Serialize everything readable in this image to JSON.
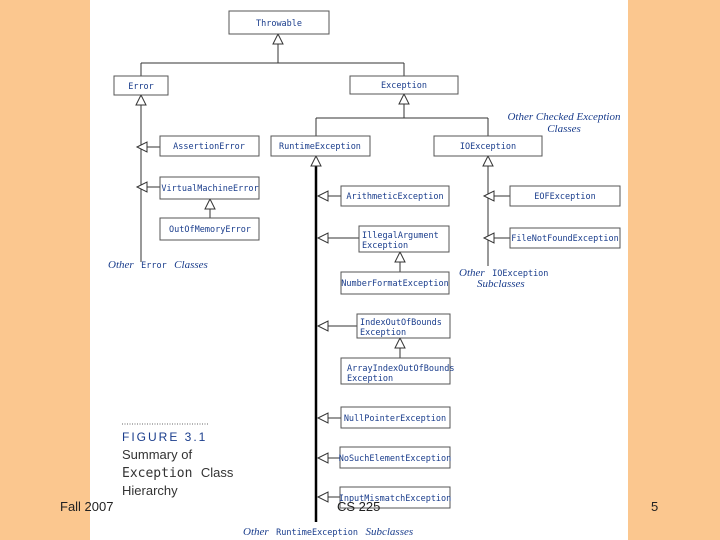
{
  "classes": {
    "throwable": "Throwable",
    "error": "Error",
    "exception": "Exception",
    "assertion_error": "AssertionError",
    "runtime_exception": "RuntimeException",
    "io_exception": "IOException",
    "virtual_machine_error": "VirtualMachineError",
    "out_of_memory_error": "OutOfMemoryError",
    "arithmetic_exception": "ArithmeticException",
    "eof_exception": "EOFException",
    "illegal_argument_l1": "IllegalArgument",
    "illegal_argument_l2": "Exception",
    "file_not_found_exception": "FileNotFoundException",
    "number_format_exception": "NumberFormatException",
    "index_out_of_bounds_l1": "IndexOutOfBounds",
    "index_out_of_bounds_l2": "Exception",
    "array_index_l1": "ArrayIndexOutOfBounds",
    "array_index_l2": "Exception",
    "null_pointer_exception": "NullPointerException",
    "no_such_element_exception": "NoSuchElementException",
    "input_mismatch_exception": "InputMismatchException"
  },
  "notes": {
    "other_checked_l1": "Other Checked Exception",
    "other_checked_l2": "Classes",
    "other_error_pre": "Other",
    "other_error_mono": "Error",
    "other_error_post": "Classes",
    "other_io_pre": "Other",
    "other_io_mono": "IOException",
    "other_io_l2": "Subclasses",
    "other_runtime_pre": "Other",
    "other_runtime_mono": "RuntimeException",
    "other_runtime_post": "Subclasses"
  },
  "figure": {
    "label": "FIGURE 3.1",
    "line1": "Summary of",
    "line2_mono": "Exception",
    "line2_rest": "Class",
    "line3": "Hierarchy"
  },
  "footer": {
    "left": "Fall 2007",
    "center": "CS 225",
    "right": "5"
  },
  "colors": {
    "side_band": "#fbc78f",
    "text_blue": "#1a3d8c"
  }
}
